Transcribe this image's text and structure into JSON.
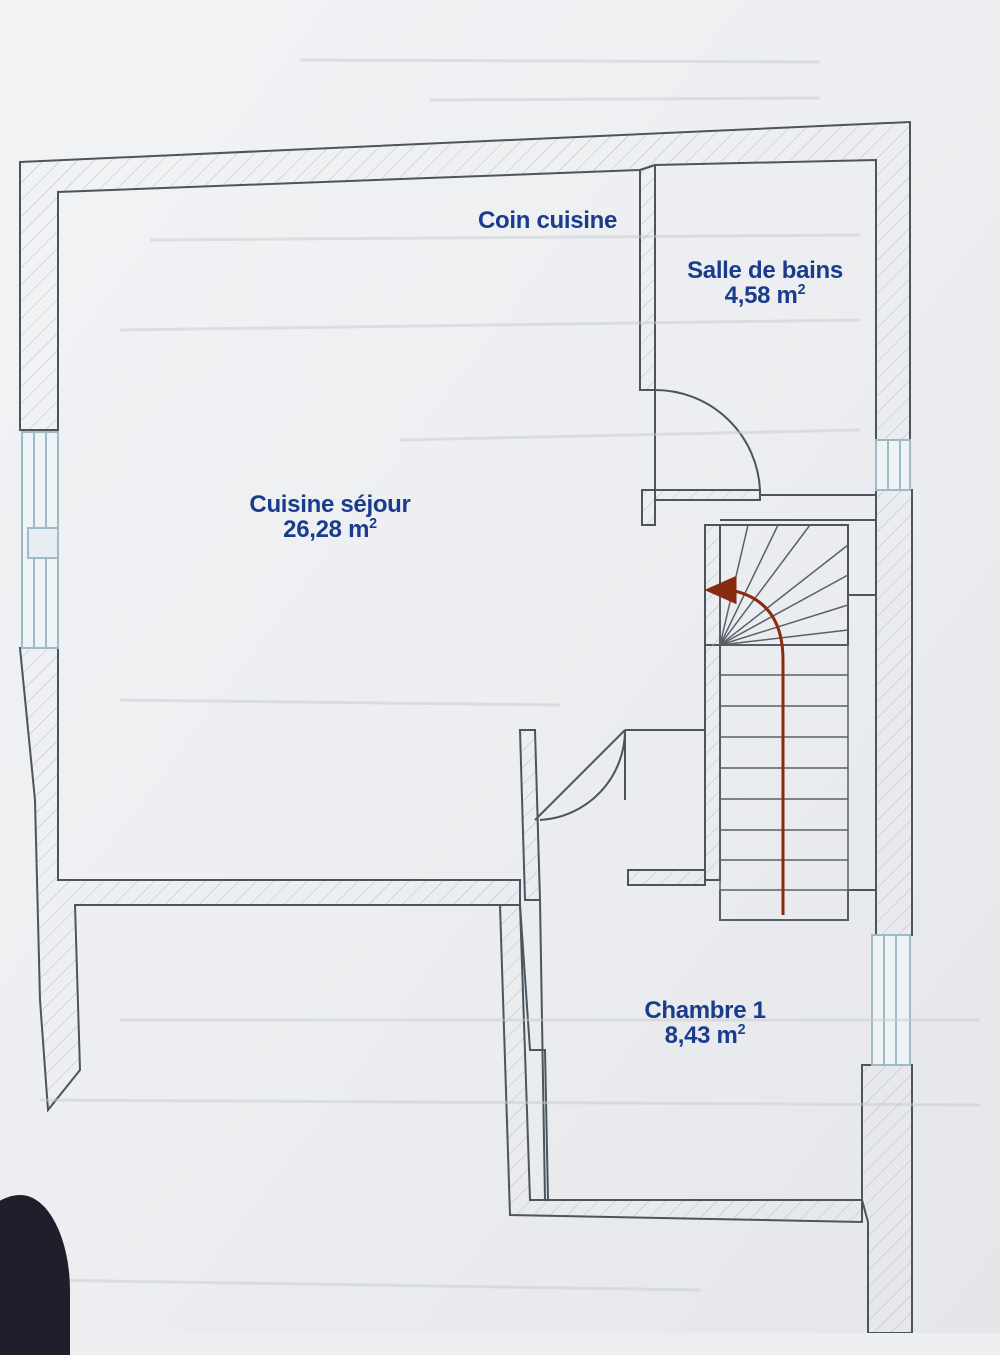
{
  "rooms": {
    "coin_cuisine": {
      "name": "Coin cuisine"
    },
    "salle_de_bains": {
      "name": "Salle de bains",
      "area": "4,58 m",
      "unit_exp": "2"
    },
    "cuisine_sejour": {
      "name": "Cuisine séjour",
      "area": "26,28 m",
      "unit_exp": "2"
    },
    "chambre_1": {
      "name": "Chambre 1",
      "area": "8,43 m",
      "unit_exp": "2"
    }
  },
  "colors": {
    "paper": "#eceef0",
    "wall_line": "#4a5560",
    "label_text": "#1a3c8c",
    "stair_arrow": "#8a2a10",
    "window": "#a9c7d6"
  }
}
